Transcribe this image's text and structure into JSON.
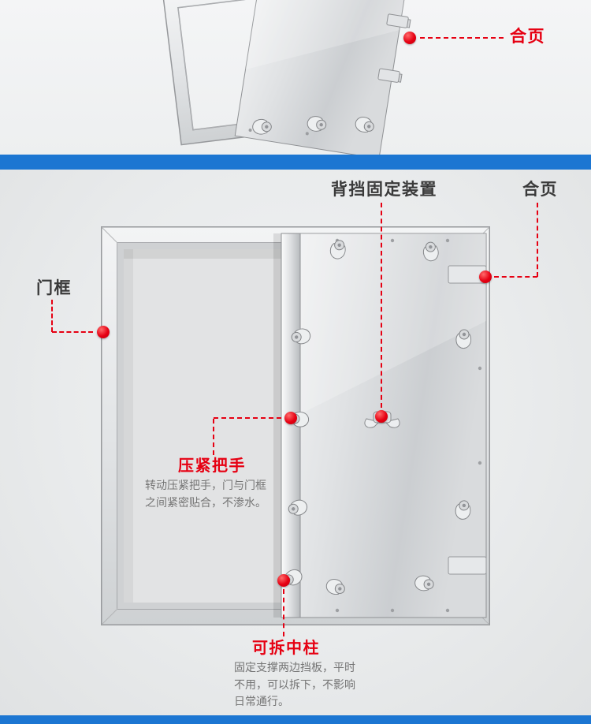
{
  "page": {
    "background": "#f0f1f2",
    "accent_red": "#e60012",
    "band_blue": "#1c76d2",
    "label_dark": "#3a3a3a",
    "desc_gray": "#757575"
  },
  "top_section": {
    "hinge_callout": {
      "label": "合页"
    }
  },
  "main_section": {
    "back_stop_callout": {
      "label": "背挡固定装置"
    },
    "hinge_callout": {
      "label": "合页"
    },
    "door_frame_callout": {
      "label": "门框"
    },
    "press_handle_callout": {
      "label": "压紧把手",
      "desc": "转动压紧把手，门与门框之间紧密贴合，不渗水。"
    },
    "center_column_callout": {
      "label": "可拆中柱",
      "desc": "固定支撑两边挡板，平时不用，可以拆下，不影响日常通行。"
    }
  }
}
